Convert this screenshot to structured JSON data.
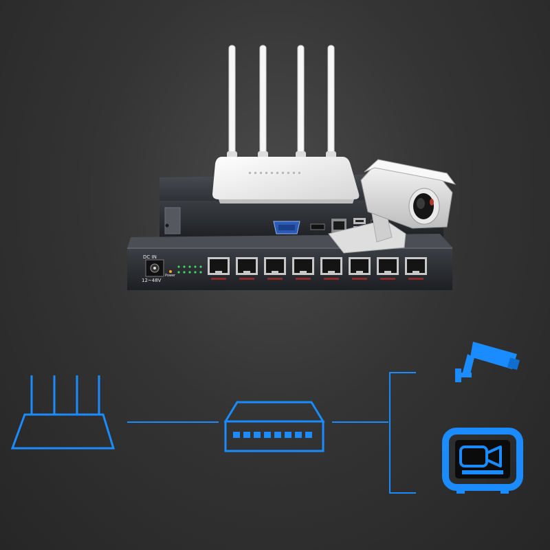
{
  "colors": {
    "diagram_blue": "#1a8cff",
    "background": "#343434",
    "device_dark": "#2b2e33",
    "router_white": "#f2f2f2"
  },
  "switch_panel": {
    "dc_in_label": "DC IN",
    "voltage_label": "12~48V",
    "power_label": "Power",
    "port_count": 8
  },
  "icons": {
    "top_router": "wifi-router-photo",
    "nvr": "nvr-recorder-photo",
    "camera_photo": "bullet-camera-photo",
    "diagram_router": "router-outline-icon",
    "diagram_switch": "poe-switch-icon",
    "diagram_camera": "cctv-camera-icon",
    "diagram_monitor": "video-monitor-icon"
  }
}
